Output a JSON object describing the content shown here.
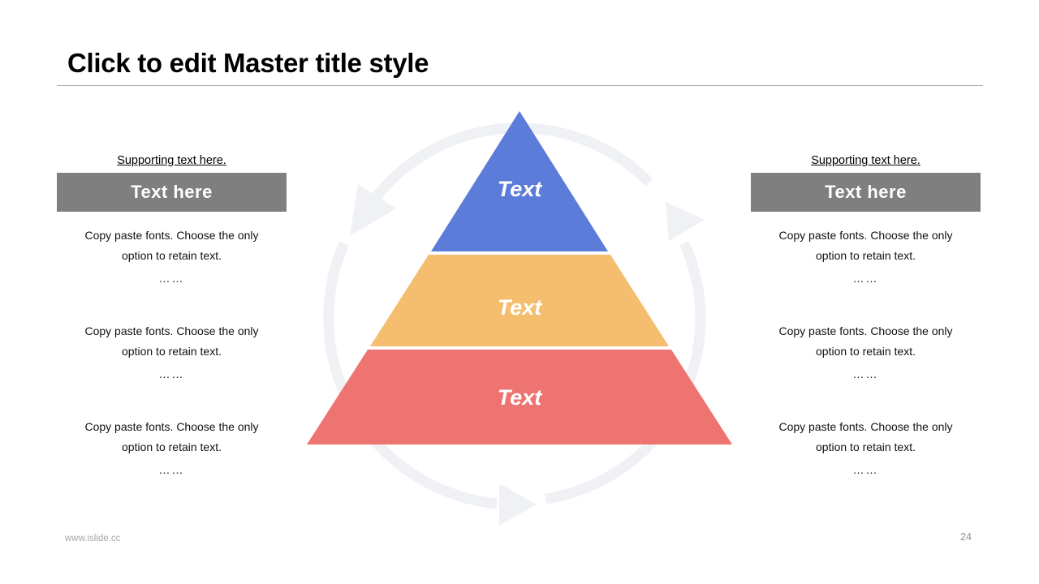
{
  "slide": {
    "title": "Click to edit Master title style",
    "footer_url": "www.islide.cc",
    "page_number": "24"
  },
  "columns": {
    "left": {
      "supporting": "Supporting text here.",
      "box_label": "Text here",
      "paragraphs": [
        {
          "line1": "Copy paste fonts. Choose the only",
          "line2": "option to retain text.",
          "dots": "……"
        },
        {
          "line1": "Copy paste fonts. Choose the only",
          "line2": "option to retain text.",
          "dots": "……"
        },
        {
          "line1": "Copy paste fonts. Choose the only",
          "line2": "option to retain text.",
          "dots": "……"
        }
      ]
    },
    "right": {
      "supporting": "Supporting text here.",
      "box_label": "Text here",
      "paragraphs": [
        {
          "line1": "Copy paste fonts. Choose the only",
          "line2": "option to retain text.",
          "dots": "……"
        },
        {
          "line1": "Copy paste fonts. Choose the only",
          "line2": "option to retain text.",
          "dots": "……"
        },
        {
          "line1": "Copy paste fonts. Choose the only",
          "line2": "option to retain text.",
          "dots": "……"
        }
      ]
    }
  },
  "pyramid": {
    "levels": [
      {
        "label": "Text",
        "color": "#5B7CD8"
      },
      {
        "label": "Text",
        "color": "#F5BE6E"
      },
      {
        "label": "Text",
        "color": "#EE7472"
      }
    ]
  },
  "colors": {
    "box_gray": "#7F7F7F",
    "ring": "#EFF1F4",
    "title_text": "#000000",
    "divider": "#AAAAAA",
    "footer_text": "#A6A6A6",
    "page_text": "#8F8F8F"
  }
}
